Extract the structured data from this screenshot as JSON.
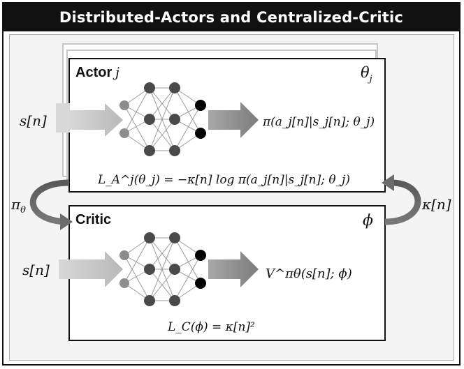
{
  "title": "Distributed-Actors and Centralized-Critic",
  "actor": {
    "label": "Actor",
    "index": "j",
    "param": "θ",
    "param_sub": "j",
    "input": "s[n]",
    "output": "π(a_j[n]|s_j[n]; θ_j)",
    "loss": "L_A^j(θ_j) = −κ[n] log π(a_j[n]|s_j[n]; θ_j)"
  },
  "critic": {
    "label": "Critic",
    "param": "ϕ",
    "input": "s[n]",
    "output": "V^πθ(s[n]; ϕ)",
    "loss": "L_C(ϕ) = κ[n]²"
  },
  "links": {
    "left_label": "π",
    "left_label_sub": "θ",
    "right_label": "κ[n]"
  },
  "colors": {
    "title_bg": "#111111",
    "node_dark": "#4a4a4a",
    "node_light": "#8c8c8c",
    "node_out": "#000000",
    "arrow": "#8a8a8a"
  }
}
